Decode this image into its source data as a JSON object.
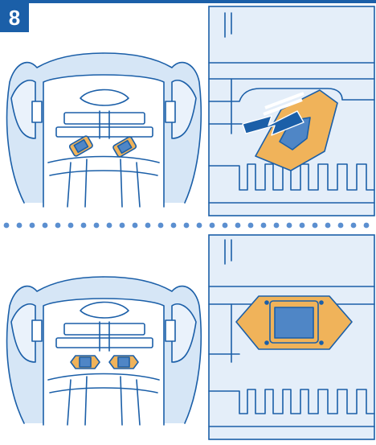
{
  "step": {
    "number": "8"
  },
  "colors": {
    "brand_blue": "#1b5fa8",
    "outline": "#1b5fa8",
    "shell_fill": "#d6e6f6",
    "panel_fill": "#e4eef9",
    "clip_orange": "#f0b35a",
    "clip_blue": "#4f86c6",
    "dot": "#5b8fd0"
  },
  "icons": {
    "arrow": "push-arrow",
    "separator": "dotted-divider"
  }
}
